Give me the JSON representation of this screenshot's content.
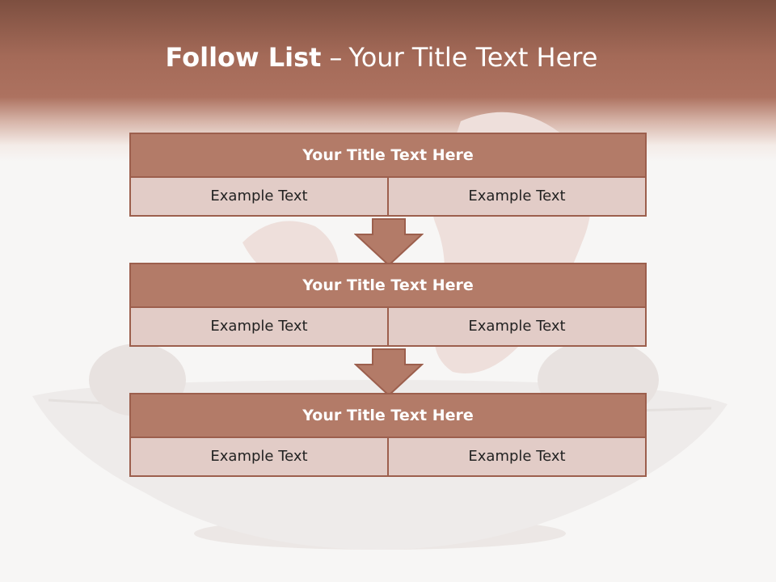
{
  "slide": {
    "title_bold": "Follow List",
    "title_dash": "–",
    "title_rest": "Your Title Text Here"
  },
  "steps": [
    {
      "title": "Your Title Text Here",
      "left": "Example Text",
      "right": "Example Text"
    },
    {
      "title": "Your Title Text Here",
      "left": "Example Text",
      "right": "Example Text"
    },
    {
      "title": "Your Title Text Here",
      "left": "Example Text",
      "right": "Example Text"
    }
  ],
  "colors": {
    "header_fill": "#b37b68",
    "border": "#9c5f4d",
    "cell_fill": "#e2ccc7",
    "arrow_fill": "#b37b68"
  }
}
